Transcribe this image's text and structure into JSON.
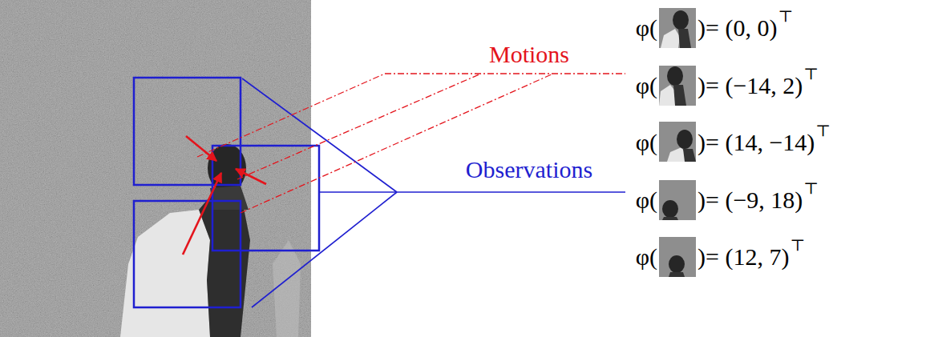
{
  "diagram": {
    "labels": [
      "Motions",
      "Observations",
      "φ(",
      ")= (0, 0)",
      "⊤",
      "φ(",
      ")= (−14, 2)",
      "⊤",
      "φ(",
      ")= (14, −14)",
      "⊤",
      "φ(",
      ")= (−9, 18)",
      "⊤",
      "φ(",
      ")= (12, 7)",
      "⊤"
    ]
  }
}
